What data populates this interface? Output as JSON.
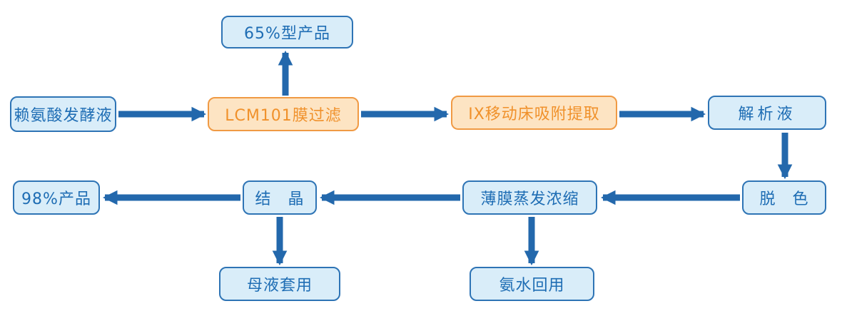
{
  "diagram": {
    "type": "flowchart",
    "nodes": {
      "fermentation_broth": {
        "label": "赖氨酸发酵液"
      },
      "membrane_filtration": {
        "label": "LCM101膜过滤"
      },
      "product_65": {
        "label": "65%型产品"
      },
      "ix_adsorption": {
        "label": "IX移动床吸附提取"
      },
      "analysate": {
        "label": "解析液"
      },
      "decolorization": {
        "label": "脱　色"
      },
      "thin_film_evaporation": {
        "label": "薄膜蒸发浓缩"
      },
      "crystallization": {
        "label": "结　晶"
      },
      "product_98": {
        "label": "98%产品"
      },
      "mother_liquor_reuse": {
        "label": "母液套用"
      },
      "ammonia_recycle": {
        "label": "氨水回用"
      }
    },
    "edges": [
      {
        "from": "fermentation_broth",
        "to": "membrane_filtration"
      },
      {
        "from": "membrane_filtration",
        "to": "product_65"
      },
      {
        "from": "membrane_filtration",
        "to": "ix_adsorption"
      },
      {
        "from": "ix_adsorption",
        "to": "analysate"
      },
      {
        "from": "analysate",
        "to": "decolorization"
      },
      {
        "from": "decolorization",
        "to": "thin_film_evaporation"
      },
      {
        "from": "thin_film_evaporation",
        "to": "crystallization"
      },
      {
        "from": "thin_film_evaporation",
        "to": "ammonia_recycle"
      },
      {
        "from": "crystallization",
        "to": "product_98"
      },
      {
        "from": "crystallization",
        "to": "mother_liquor_reuse"
      }
    ],
    "colors": {
      "blue_fill": "#D9EDF9",
      "blue_border": "#2E74B5",
      "blue_text": "#1E6DB4",
      "orange_fill": "#FDE4C3",
      "orange_border": "#F09A44",
      "orange_text": "#F0912B",
      "arrow": "#2368AC"
    }
  }
}
